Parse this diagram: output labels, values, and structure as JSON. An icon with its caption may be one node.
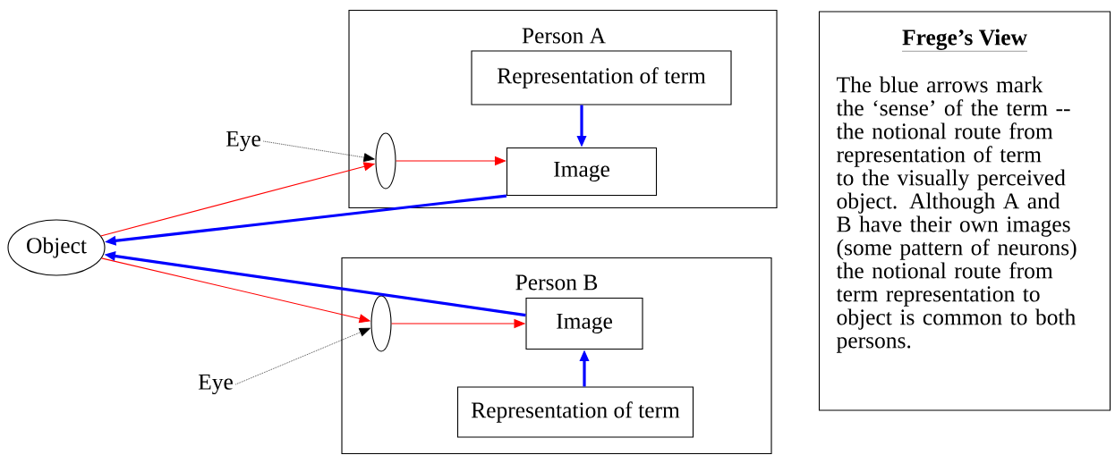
{
  "diagram": {
    "nodes": [
      {
        "text": [
          "Person A"
        ]
      },
      {
        "text": [
          "Representation of term"
        ],
        "in": 0
      },
      {
        "text": [],
        "shape": "ellipse",
        "in": 0
      },
      {
        "text": [
          "Image"
        ],
        "in": 0
      },
      {
        "text": [
          "Eye"
        ]
      },
      {
        "text": [
          "Object"
        ]
      },
      {
        "text": [
          "Person B"
        ]
      },
      {
        "text": [],
        "shape": "ellipse",
        "in": 6
      },
      {
        "text": [
          "Image"
        ],
        "in": 6
      },
      {
        "text": [
          "Representation of term"
        ],
        "in": 6
      },
      {
        "text": [
          "Eye"
        ]
      },
      {
        "text": [
          "Frege’s View",
          "The blue arrows mark the ‘sense’ of the term -- the notional route from representation of term to the visually perceived object. Although A and B have their own images (some pattern of neurons) the notional route from term representation to object is common to both persons."
        ]
      }
    ],
    "edges": [
      {
        "from": 1,
        "to": 3,
        "arrow": "to",
        "style": "thick",
        "color": "#0000ff"
      },
      {
        "from": 4,
        "to": 2,
        "arrow": "to",
        "style": "dashed",
        "color": "#000000"
      },
      {
        "from": 5,
        "to": 2,
        "arrow": "to",
        "color": "#ff0000"
      },
      {
        "from": 2,
        "to": 3,
        "arrow": "to",
        "color": "#ff0000"
      },
      {
        "from": 3,
        "to": 5,
        "arrow": "to",
        "style": "thick",
        "color": "#0000ff"
      },
      {
        "from": 5,
        "to": 7,
        "arrow": "to",
        "color": "#ff0000"
      },
      {
        "from": 7,
        "to": 8,
        "arrow": "to",
        "color": "#ff0000"
      },
      {
        "from": 8,
        "to": 5,
        "arrow": "to",
        "style": "thick",
        "color": "#0000ff"
      },
      {
        "from": 9,
        "to": 8,
        "arrow": "to",
        "style": "thick",
        "color": "#0000ff"
      },
      {
        "from": 10,
        "to": 7,
        "arrow": "to",
        "style": "dashed",
        "color": "#000000"
      }
    ]
  }
}
